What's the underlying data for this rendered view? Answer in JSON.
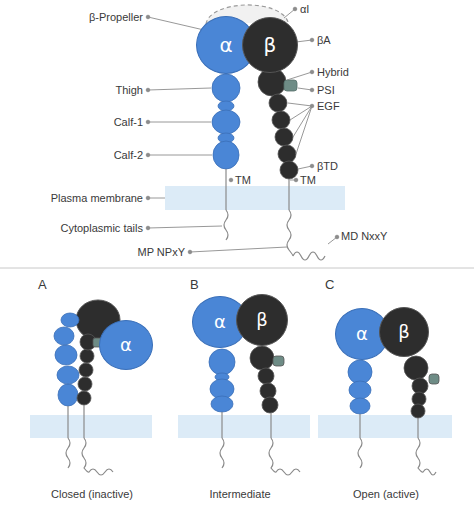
{
  "diagram": {
    "nodes": [
      {
        "text": [
          "α"
        ]
      },
      {
        "text": [
          "β"
        ]
      },
      {
        "text": [
          "α"
        ]
      },
      {
        "text": [
          "α"
        ]
      },
      {
        "text": [
          "β"
        ]
      },
      {
        "text": [
          "α"
        ]
      },
      {
        "text": [
          "β"
        ]
      }
    ],
    "labels": [
      "αI",
      "β-Propeller",
      "βA",
      "Hybrid",
      "PSI",
      "EGF",
      "Thigh",
      "Calf-1",
      "Calf-2",
      "βTD",
      "TM",
      "TM",
      "Plasma membrane",
      "Cytoplasmic tails",
      "MD NxxY",
      "MP NPxY",
      "A",
      "B",
      "C",
      "Closed (inactive)",
      "Intermediate",
      "Open (active)"
    ]
  }
}
